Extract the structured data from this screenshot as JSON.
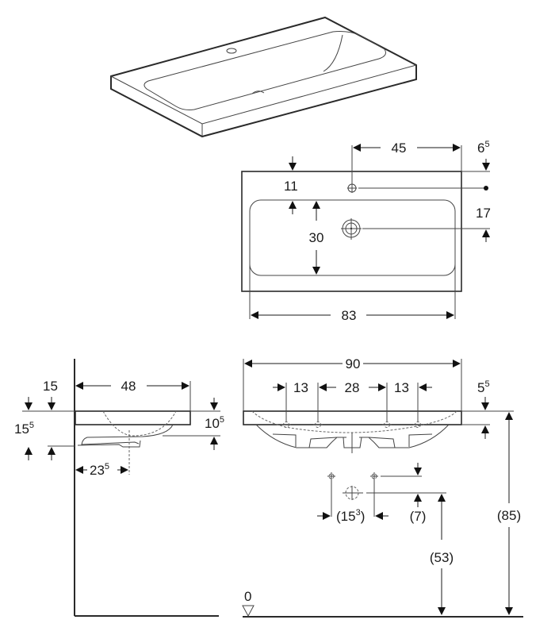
{
  "drawing": {
    "colors": {
      "line": "#1a1a1a",
      "background": "#ffffff"
    },
    "top_view": {
      "dims": {
        "tap_to_right": "45",
        "tap_from_back": "6",
        "tap_from_back_sup": "5",
        "bowl_from_back": "11",
        "drain_from_tap": "17",
        "bowl_depth": "30",
        "bowl_width": "83"
      }
    },
    "front_view": {
      "dims": {
        "overall_width": "90",
        "left_hole": "13",
        "center_holes": "28",
        "right_hole": "13",
        "rim_thickness": "5",
        "rim_thickness_sup": "5",
        "supply_spacing": "(15",
        "supply_spacing_sup": "3",
        "supply_spacing_close": ")",
        "supply_offset": "(7)",
        "drain_height": "(53)",
        "overall_height": "(85)",
        "floor_level": "0"
      }
    },
    "side_view": {
      "dims": {
        "wall_offset": "15",
        "depth": "48",
        "rim_height": "15",
        "rim_height_sup": "5",
        "basin_depth": "10",
        "basin_depth_sup": "5",
        "drain_from_wall": "23",
        "drain_from_wall_sup": "5"
      }
    }
  }
}
